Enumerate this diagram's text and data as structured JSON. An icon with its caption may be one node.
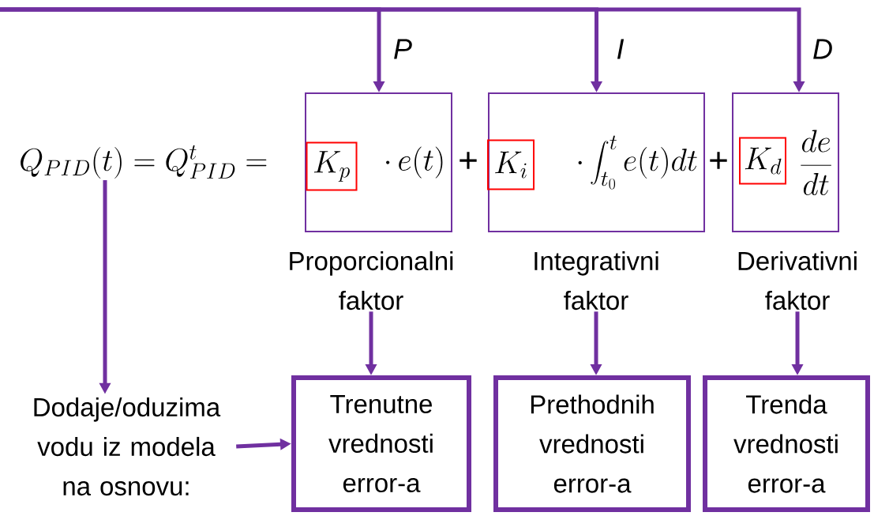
{
  "diagram": {
    "nodes": [
      {
        "text": [
          "Q_{PID}(t) = Q_{PID}^{t} ="
        ]
      },
      {
        "text": [
          "\\cdot\\, e(t)"
        ]
      },
      {
        "text": [
          "K_p"
        ],
        "in": 1
      },
      {
        "text": [
          "\\cdot \\int_{t_0}^{t} e(t)dt"
        ]
      },
      {
        "text": [
          "K_i"
        ],
        "in": 3
      },
      {
        "text": [
          "\\frac{de}{dt}"
        ]
      },
      {
        "text": [
          "K_d"
        ],
        "in": 5
      },
      {
        "text": [
          "Proporcionalni faktor"
        ]
      },
      {
        "text": [
          "Integrativni faktor"
        ]
      },
      {
        "text": [
          "Derivativni faktor"
        ]
      },
      {
        "text": [
          "Dodaje/oduzima vodu iz modela na osnovu:"
        ]
      },
      {
        "text": [
          "Trenutne vrednosti error-a"
        ]
      },
      {
        "text": [
          "Prethodnih vrednosti error-a"
        ]
      },
      {
        "text": [
          "Trenda vrednosti error-a"
        ]
      }
    ],
    "edges": [
      {
        "from": null,
        "to": 1,
        "arrow": "to",
        "label": "P"
      },
      {
        "from": null,
        "to": 3,
        "arrow": "to",
        "label": "I"
      },
      {
        "from": null,
        "to": 5,
        "arrow": "to",
        "label": "D"
      },
      {
        "from": 0,
        "to": 10,
        "arrow": "to"
      },
      {
        "from": 10,
        "to": 11,
        "arrow": "to"
      },
      {
        "from": 7,
        "to": 11,
        "arrow": "to"
      },
      {
        "from": 8,
        "to": 12,
        "arrow": "to"
      },
      {
        "from": 9,
        "to": 13,
        "arrow": "to"
      }
    ],
    "labels": [
      "+",
      "+"
    ]
  }
}
